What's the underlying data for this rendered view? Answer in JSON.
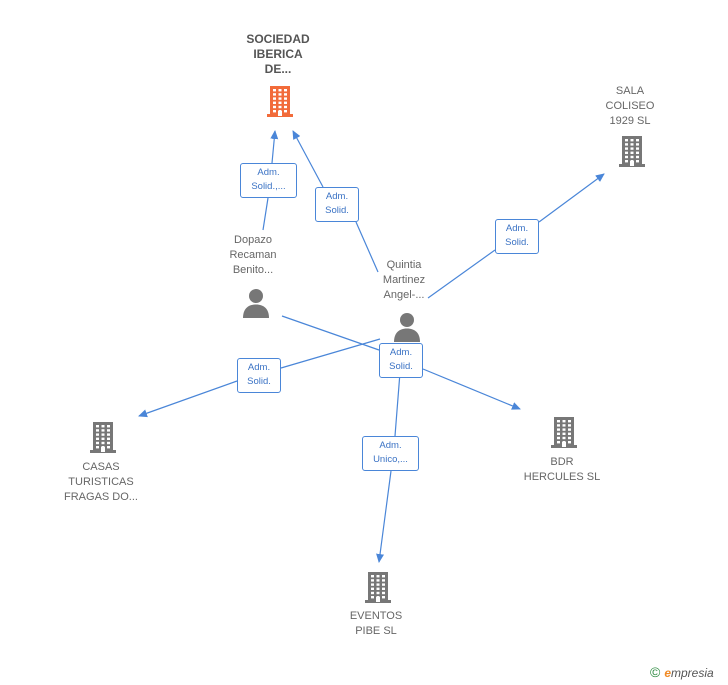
{
  "colors": {
    "edge": "#4a86d8",
    "company": "#777777",
    "company_highlight": "#f26b3a",
    "person": "#777777"
  },
  "nodes": {
    "sociedad_iberica": {
      "label": "SOCIEDAD\nIBERICA\nDE...",
      "icon": "building-icon"
    },
    "sala_coliseo": {
      "label": "SALA\nCOLISEO\n1929  SL",
      "icon": "building-icon"
    },
    "dopazo": {
      "label": "Dopazo\nRecaman\nBenito...",
      "icon": "person-icon"
    },
    "quintia": {
      "label": "Quintia\nMartinez\nAngel-...",
      "icon": "person-icon"
    },
    "casas": {
      "label": "CASAS\nTURISTICAS\nFRAGAS DO...",
      "icon": "building-icon"
    },
    "bdr": {
      "label": "BDR\nHERCULES  SL",
      "icon": "building-icon"
    },
    "eventos": {
      "label": "EVENTOS\nPIBE  SL",
      "icon": "building-icon"
    }
  },
  "edges": {
    "dopazo_sociedad": "Adm.\nSolid.,...",
    "quintia_sociedad": "Adm.\nSolid.",
    "quintia_sala": "Adm.\nSolid.",
    "quintia_casas": "Adm.\nSolid.",
    "dopazo_bdr": "Adm.\nSolid.",
    "quintia_eventos": "Adm.\nUnico,..."
  },
  "watermark": {
    "copyright": "©",
    "brand_initial": "e",
    "brand_rest": "mpresia"
  }
}
